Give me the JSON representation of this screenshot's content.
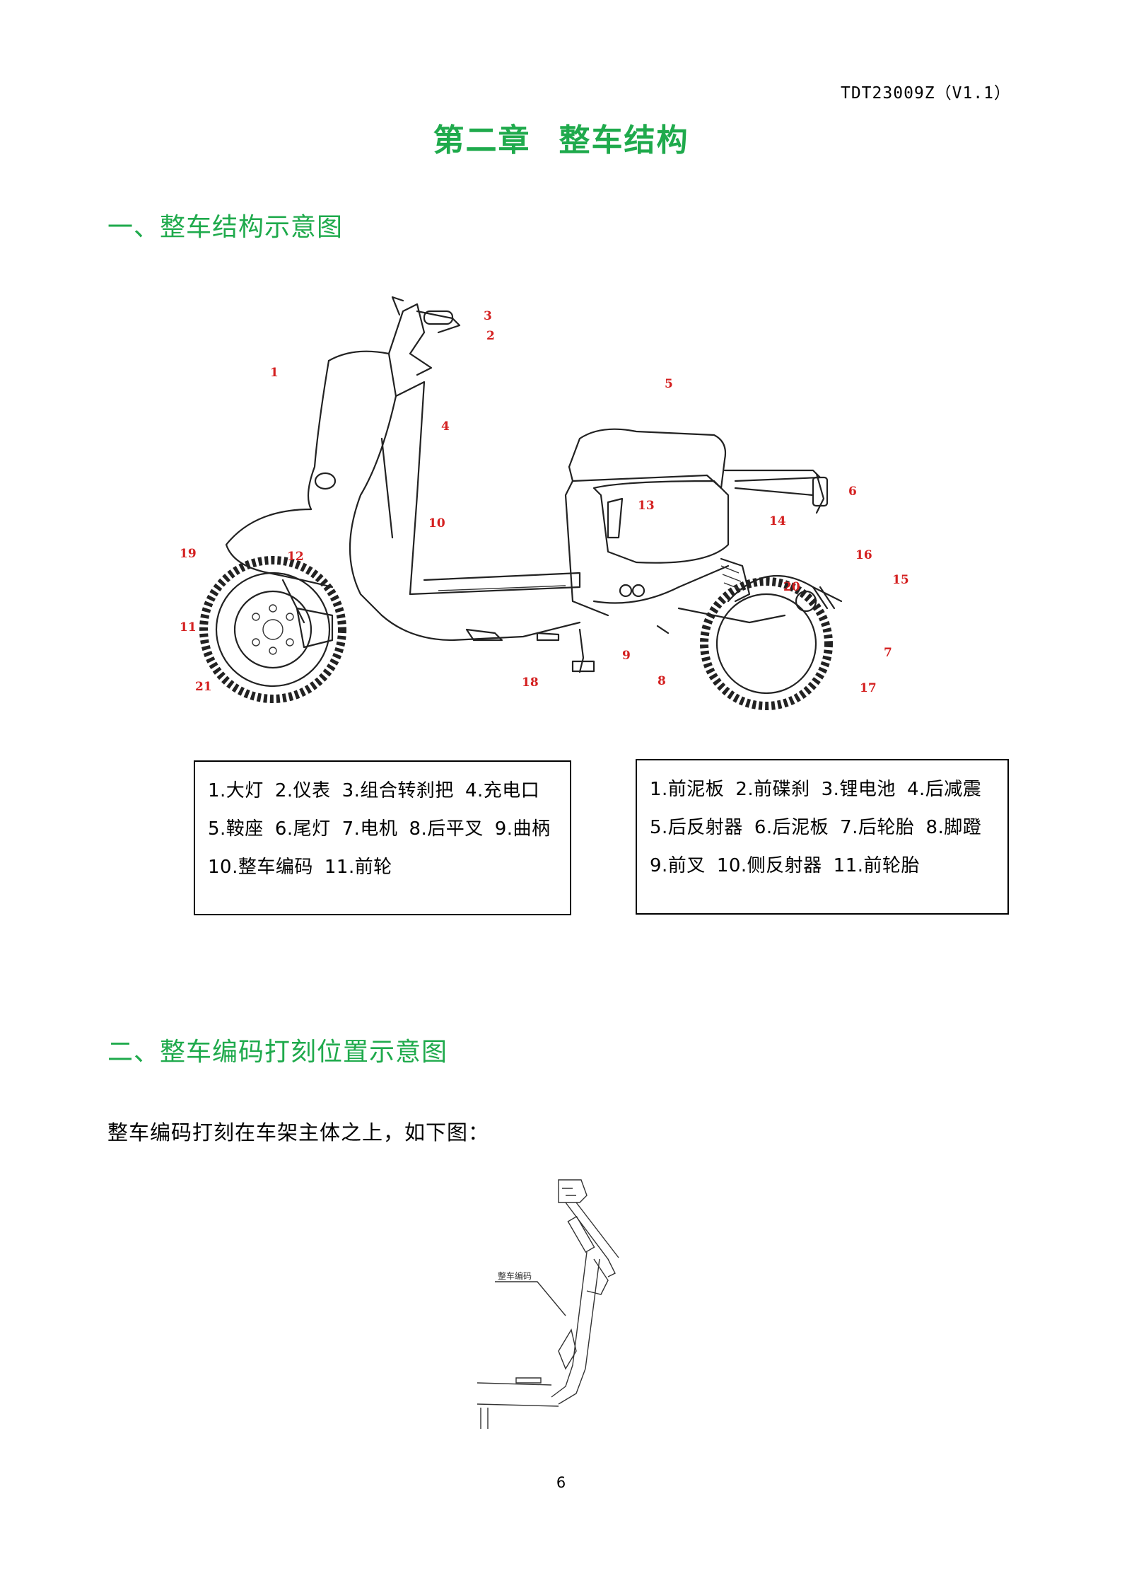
{
  "header": {
    "doc_code": "TDT23009Z（V1.1）"
  },
  "chapter": {
    "number": "第二章",
    "title": "整车结构"
  },
  "section1": {
    "heading": "一、整车结构示意图",
    "callouts": [
      "1",
      "2",
      "3",
      "4",
      "5",
      "6",
      "7",
      "8",
      "9",
      "10",
      "11",
      "12",
      "13",
      "14",
      "15",
      "16",
      "17",
      "18",
      "19",
      "20",
      "21"
    ],
    "legend_left": [
      [
        "1.大灯",
        "2.仪表",
        "3.组合转刹把",
        "4.充电口"
      ],
      [
        "5.鞍座",
        "6.尾灯",
        "7.电机",
        "8.后平叉",
        "9.曲柄"
      ],
      [
        "10.整车编码",
        "11.前轮"
      ]
    ],
    "legend_right": [
      [
        "1.前泥板",
        "2.前碟刹",
        "3.锂电池",
        "4.后减震"
      ],
      [
        "5.后反射器",
        "6.后泥板",
        "7.后轮胎",
        "8.脚蹬"
      ],
      [
        "9.前叉",
        "10.侧反射器",
        "11.前轮胎"
      ]
    ]
  },
  "section2": {
    "heading": "二、整车编码打刻位置示意图",
    "body": "整车编码打刻在车架主体之上，如下图：",
    "frame_label": "整车编码"
  },
  "footer": {
    "page_number": "6"
  }
}
